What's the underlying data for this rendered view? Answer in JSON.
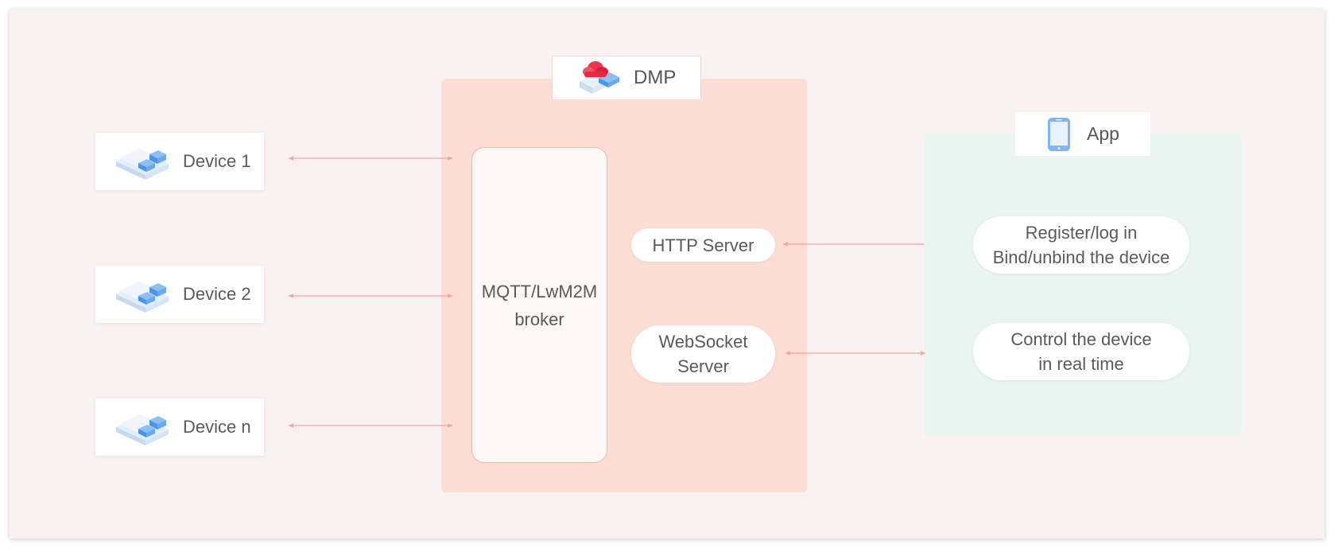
{
  "devices": [
    {
      "label": "Device 1"
    },
    {
      "label": "Device 2"
    },
    {
      "label": "Device n"
    }
  ],
  "dmp": {
    "title": "DMP",
    "broker_label": "MQTT/LwM2M\nbroker",
    "http_server_label": "HTTP Server",
    "websocket_server_label": "WebSocket\nServer"
  },
  "app": {
    "title": "App",
    "register_label": "Register/log in\nBind/unbind the device",
    "control_label": "Control the device\nin real time"
  },
  "colors": {
    "dmp_panel": "#fdddd4",
    "app_panel": "#eaf5f1",
    "arrow": "#f2a79a",
    "device_icon": "#6aa9ef"
  },
  "icons": {
    "device": "device-stack-icon",
    "dmp": "cloud-platform-icon",
    "app": "smartphone-icon"
  }
}
